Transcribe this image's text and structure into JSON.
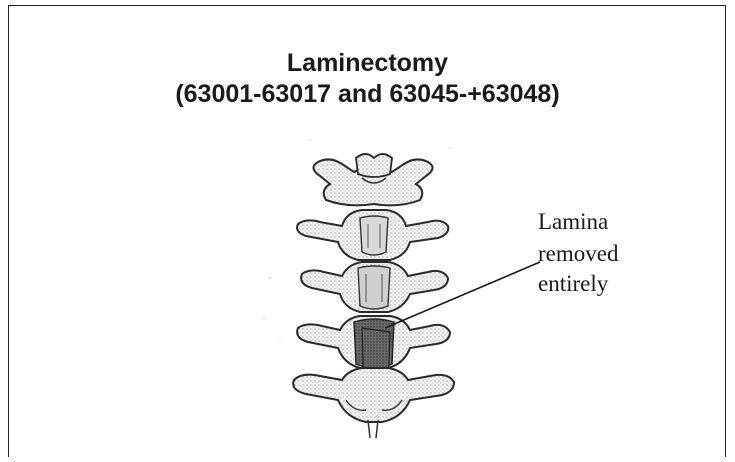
{
  "slide": {
    "title_line1": "Laminectomy",
    "title_line2": "(63001-63017 and 63045-+63048)"
  },
  "callout": {
    "line1": "Lamina",
    "line2": "removed",
    "line3": "entirely"
  },
  "colors": {
    "text": "#1a1a1a",
    "border": "#222222",
    "bone_fill": "#f2f2f2",
    "bone_stroke": "#2a2a2a",
    "shading": "#555555"
  }
}
